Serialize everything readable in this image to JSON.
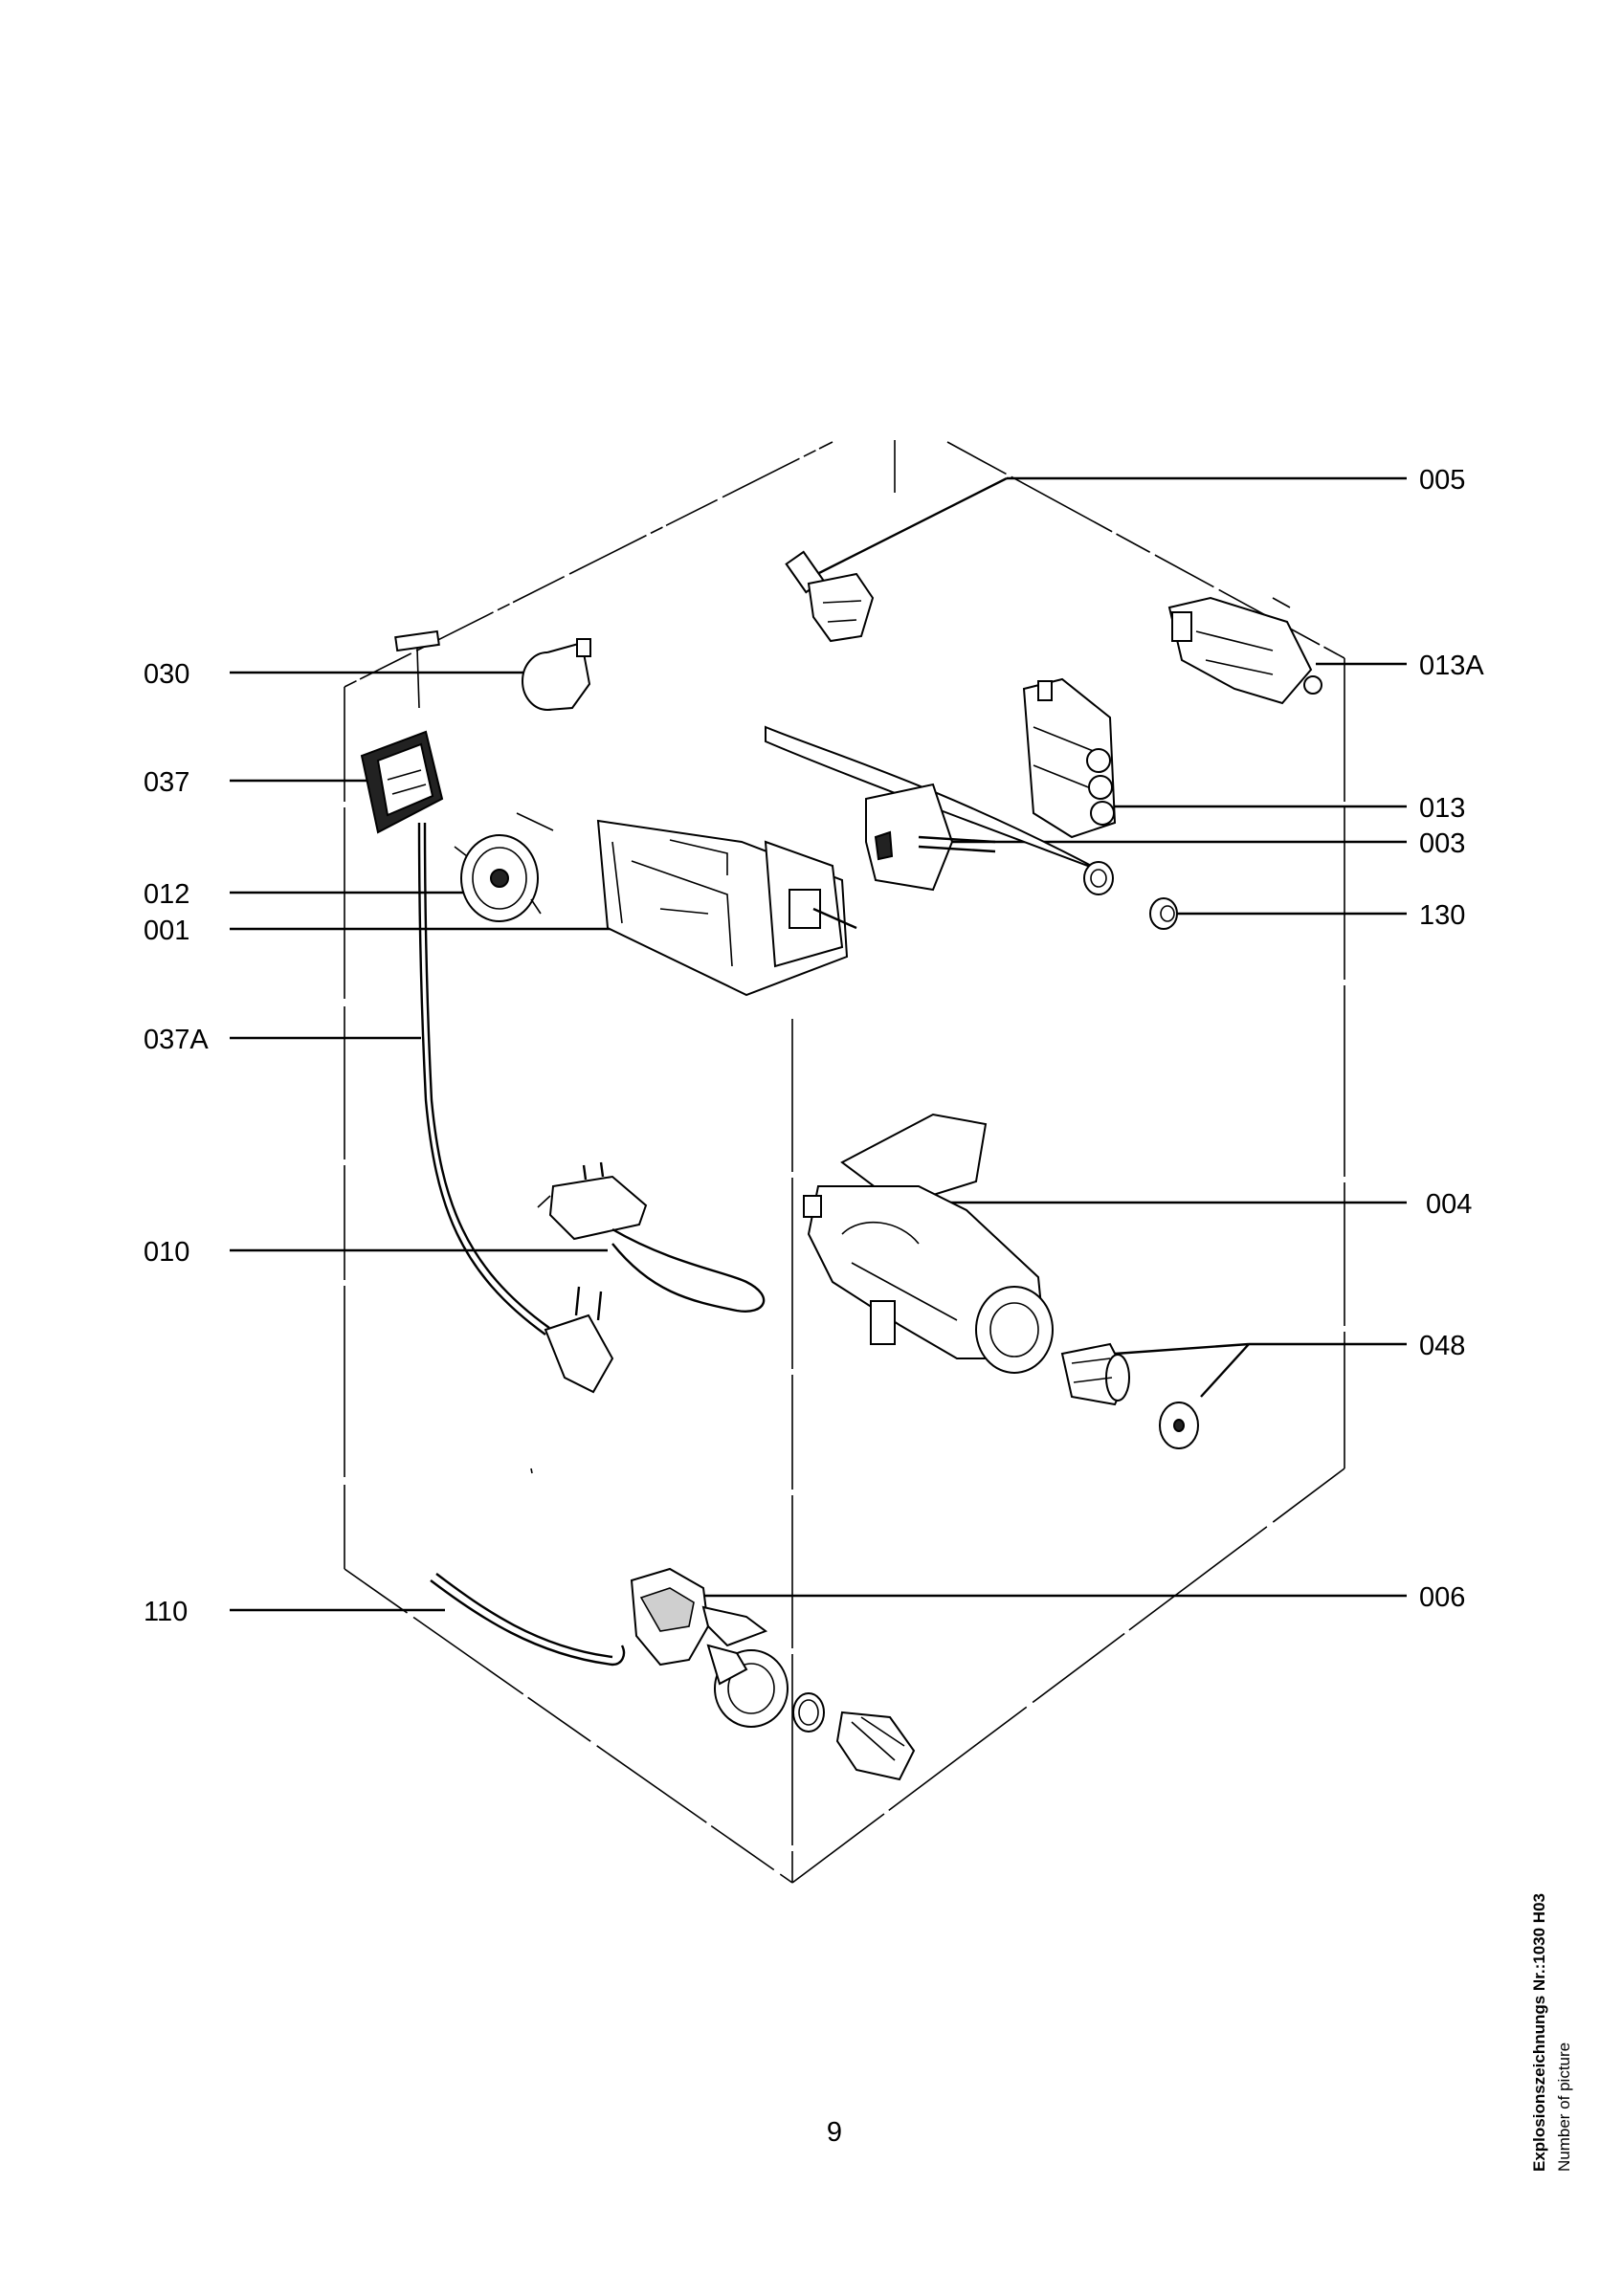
{
  "labels": {
    "l005": "005",
    "l030": "030",
    "l013A": "013A",
    "l037": "037",
    "l013": "013",
    "l003": "003",
    "l012": "012",
    "l001": "001",
    "l130": "130",
    "l037A": "037A",
    "l004": "004",
    "l010": "010",
    "l048": "048",
    "l110": "110",
    "l006": "006"
  },
  "page_number": "9",
  "side_note": {
    "line1": "Explosionszeichnungs Nr.:1030 H03",
    "line2": "Number of picture"
  }
}
